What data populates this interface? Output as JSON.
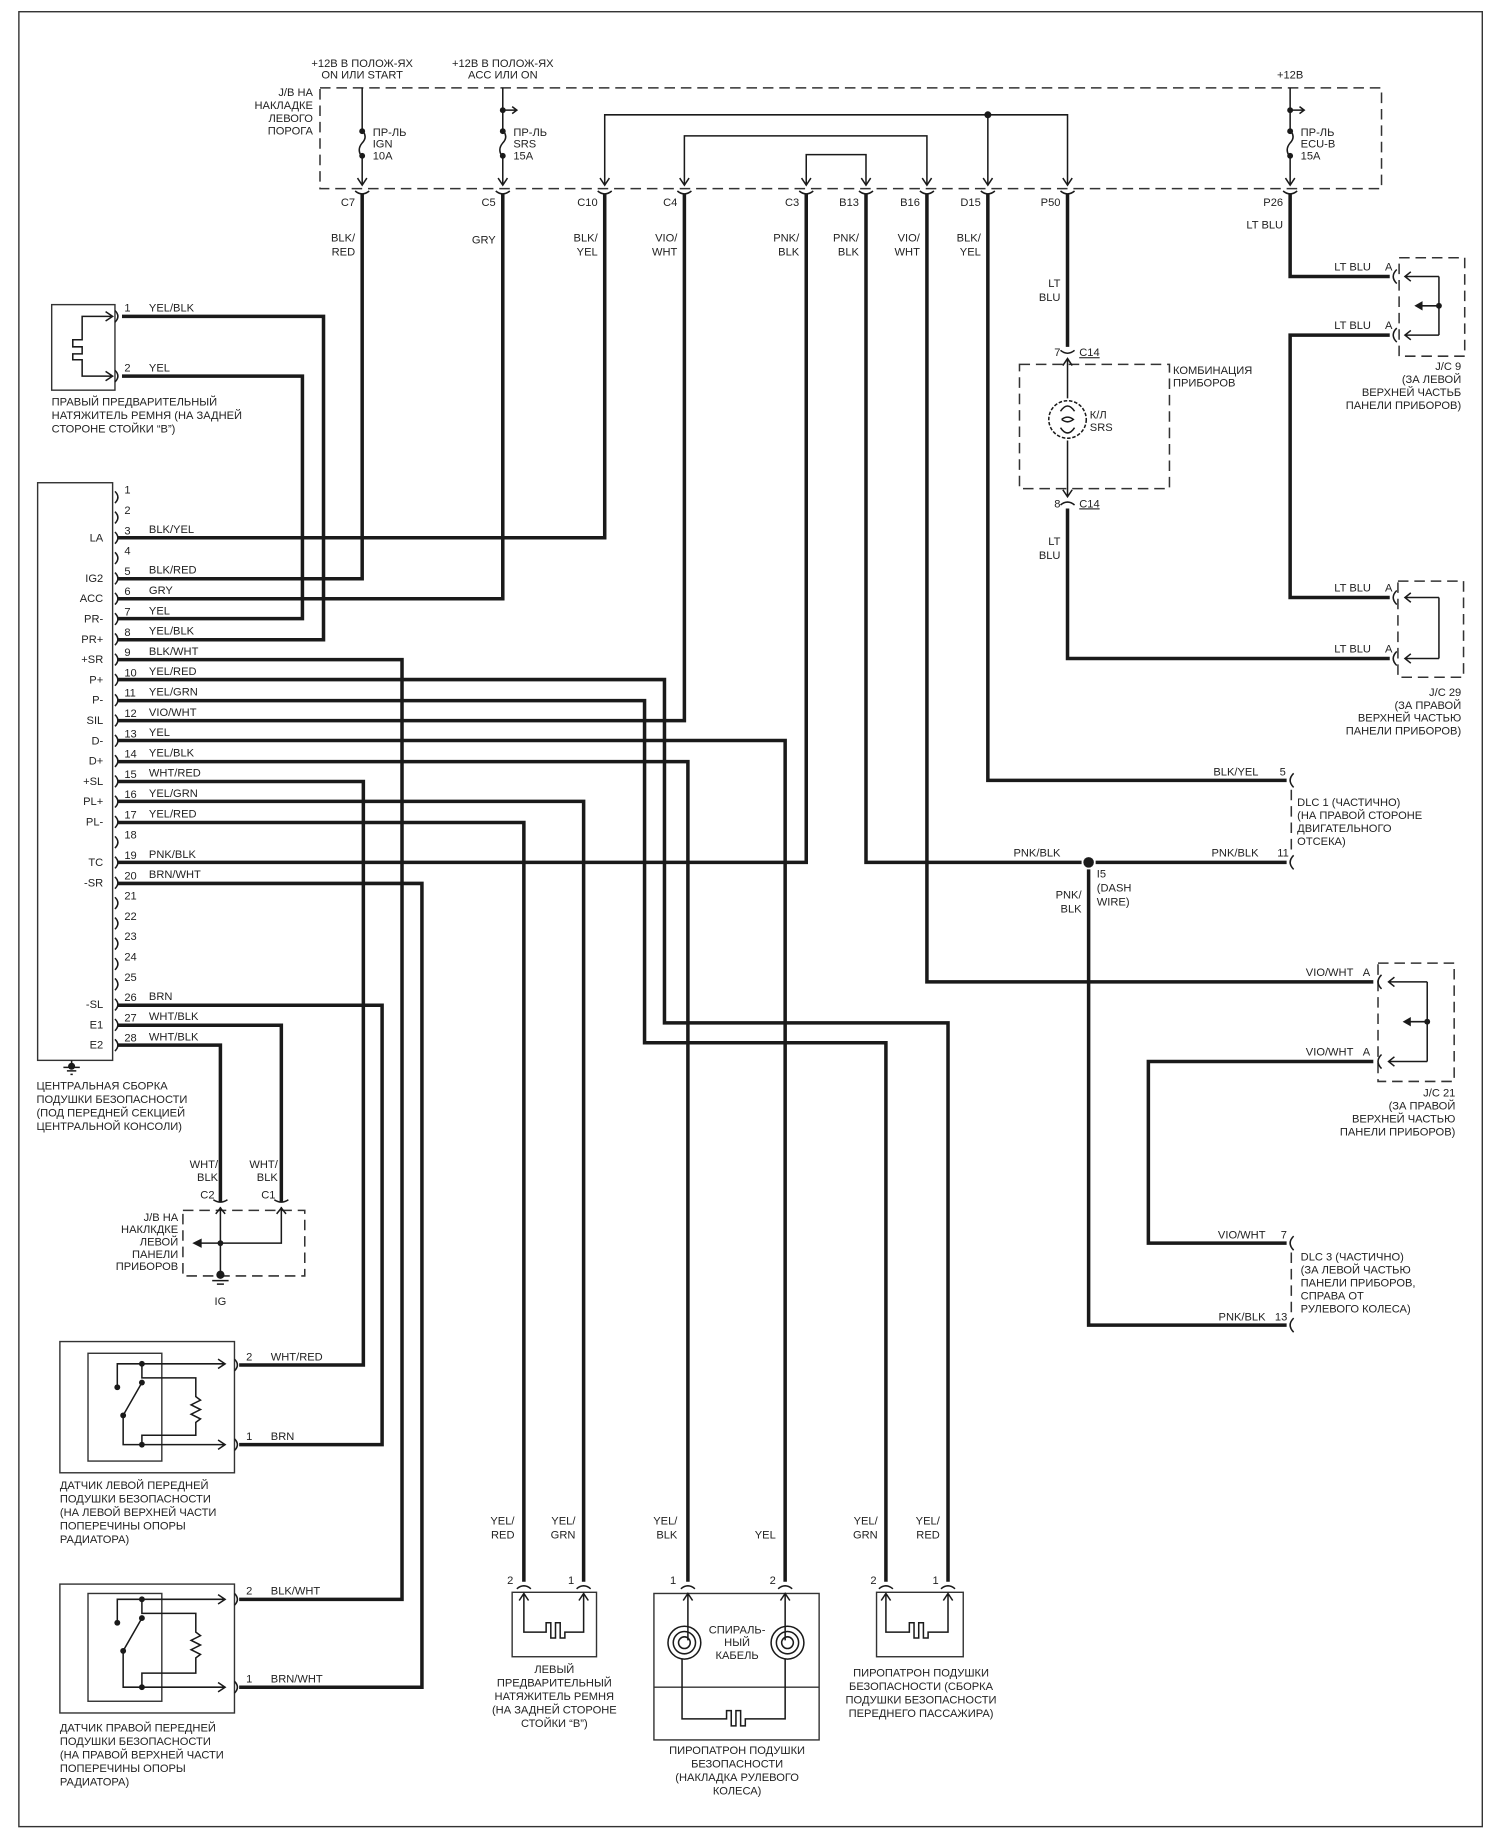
{
  "top_jb": {
    "label": [
      "J/B НА",
      "НАКЛАДКЕ",
      "ЛЕВОГО",
      "ПОРОГА"
    ],
    "supply_ign": [
      "+12В В ПОЛОЖ-ЯХ",
      "ON ИЛИ START"
    ],
    "supply_acc": [
      "+12В В ПОЛОЖ-ЯХ",
      "ACC ИЛИ ON"
    ],
    "supply_batt": "+12В",
    "fuse_ign": [
      "ПР-ЛЬ",
      "IGN",
      "10A"
    ],
    "fuse_srs": [
      "ПР-ЛЬ",
      "SRS",
      "15A"
    ],
    "fuse_ecub": [
      "ПР-ЛЬ",
      "ECU-B",
      "15A"
    ],
    "connectors": [
      {
        "id": "C7",
        "wire": [
          "BLK/",
          "RED"
        ]
      },
      {
        "id": "C5",
        "wire": [
          "GRY"
        ]
      },
      {
        "id": "C10",
        "wire": [
          "BLK/",
          "YEL"
        ]
      },
      {
        "id": "C4",
        "wire": [
          "VIO/",
          "WHT"
        ]
      },
      {
        "id": "C3",
        "wire": [
          "PNK/",
          "BLK"
        ]
      },
      {
        "id": "B13",
        "wire": [
          "PNK/",
          "BLK"
        ]
      },
      {
        "id": "B16",
        "wire": [
          "VIO/",
          "WHT"
        ]
      },
      {
        "id": "D15",
        "wire": [
          "BLK/",
          "YEL"
        ]
      },
      {
        "id": "P50",
        "wire": [
          "LT",
          "BLU"
        ]
      },
      {
        "id": "P26",
        "wire": [
          "LT BLU"
        ]
      }
    ]
  },
  "right_pretensioner": {
    "pins": [
      {
        "n": "1",
        "wire": "YEL/BLK"
      },
      {
        "n": "2",
        "wire": "YEL"
      }
    ],
    "label": [
      "ПРАВЫЙ ПРЕДВАРИТЕЛЬНЫЙ",
      "НАТЯЖИТЕЛЬ РЕМНЯ (НА ЗАДНЕЙ",
      "СТОРОНЕ СТОЙКИ “B”)"
    ]
  },
  "center_module": {
    "label": [
      "ЦЕНТРАЛЬНАЯ СБОРКА",
      "ПОДУШКИ БЕЗОПАСНОСТИ",
      "(ПОД ПЕРЕДНЕЙ СЕКЦИЕЙ",
      "ЦЕНТРАЛЬНОЙ КОНСОЛИ)"
    ],
    "pins": [
      {
        "n": "1",
        "func": "",
        "wire": ""
      },
      {
        "n": "2",
        "func": "",
        "wire": ""
      },
      {
        "n": "3",
        "func": "LA",
        "wire": "BLK/YEL"
      },
      {
        "n": "4",
        "func": "",
        "wire": ""
      },
      {
        "n": "5",
        "func": "IG2",
        "wire": "BLK/RED"
      },
      {
        "n": "6",
        "func": "ACC",
        "wire": "GRY"
      },
      {
        "n": "7",
        "func": "PR-",
        "wire": "YEL"
      },
      {
        "n": "8",
        "func": "PR+",
        "wire": "YEL/BLK"
      },
      {
        "n": "9",
        "func": "+SR",
        "wire": "BLK/WHT"
      },
      {
        "n": "10",
        "func": "P+",
        "wire": "YEL/RED"
      },
      {
        "n": "11",
        "func": "P-",
        "wire": "YEL/GRN"
      },
      {
        "n": "12",
        "func": "SIL",
        "wire": "VIO/WHT"
      },
      {
        "n": "13",
        "func": "D-",
        "wire": "YEL"
      },
      {
        "n": "14",
        "func": "D+",
        "wire": "YEL/BLK"
      },
      {
        "n": "15",
        "func": "+SL",
        "wire": "WHT/RED"
      },
      {
        "n": "16",
        "func": "PL+",
        "wire": "YEL/GRN"
      },
      {
        "n": "17",
        "func": "PL-",
        "wire": "YEL/RED"
      },
      {
        "n": "18",
        "func": "",
        "wire": ""
      },
      {
        "n": "19",
        "func": "TC",
        "wire": "PNK/BLK"
      },
      {
        "n": "20",
        "func": "-SR",
        "wire": "BRN/WHT"
      },
      {
        "n": "21",
        "func": "",
        "wire": ""
      },
      {
        "n": "22",
        "func": "",
        "wire": ""
      },
      {
        "n": "23",
        "func": "",
        "wire": ""
      },
      {
        "n": "24",
        "func": "",
        "wire": ""
      },
      {
        "n": "25",
        "func": "",
        "wire": ""
      },
      {
        "n": "26",
        "func": "-SL",
        "wire": "BRN"
      },
      {
        "n": "27",
        "func": "E1",
        "wire": "WHT/BLK"
      },
      {
        "n": "28",
        "func": "E2",
        "wire": "WHT/BLK"
      }
    ]
  },
  "lower_jb": {
    "label": [
      "J/B НА",
      "НАКЛКДКЕ",
      "ЛЕВОЙ",
      "ПАНЕЛИ",
      "ПРИБОРОВ"
    ],
    "c2": "C2",
    "c1": "C1",
    "c2_wire": [
      "WHT/",
      "BLK"
    ],
    "c1_wire": [
      "WHT/",
      "BLK"
    ],
    "ground": "IG"
  },
  "left_sensor": {
    "pins": [
      {
        "n": "2",
        "wire": "WHT/RED"
      },
      {
        "n": "1",
        "wire": "BRN"
      }
    ],
    "label": [
      "ДАТЧИК ЛЕВОЙ ПЕРЕДНЕЙ",
      "ПОДУШКИ БЕЗОПАСНОСТИ",
      "(НА ЛЕВОЙ ВЕРХНЕЙ ЧАСТИ",
      "ПОПЕРЕЧИНЫ ОПОРЫ",
      "РАДИАТОРА)"
    ]
  },
  "right_sensor": {
    "pins": [
      {
        "n": "2",
        "wire": "BLK/WHT"
      },
      {
        "n": "1",
        "wire": "BRN/WHT"
      }
    ],
    "label": [
      "ДАТЧИК ПРАВОЙ ПЕРЕДНЕЙ",
      "ПОДУШКИ БЕЗОПАСНОСТИ",
      "(НА ПРАВОЙ ВЕРХНЕЙ ЧАСТИ",
      "ПОПЕРЕЧИНЫ ОПОРЫ",
      "РАДИАТОРА)"
    ]
  },
  "left_pretensioner": {
    "pins": [
      {
        "n": "2",
        "wire": [
          "YEL/",
          "RED"
        ]
      },
      {
        "n": "1",
        "wire": [
          "YEL/",
          "GRN"
        ]
      }
    ],
    "label": [
      "ЛЕВЫЙ",
      "ПРЕДВАРИТЕЛЬНЫЙ",
      "НАТЯЖИТЕЛЬ РЕМНЯ",
      "(НА ЗАДНЕЙ СТОРОНЕ",
      "СТОЙКИ “B”)"
    ]
  },
  "driver_squib": {
    "pins": [
      {
        "n": "1",
        "wire": [
          "YEL/",
          "BLK"
        ]
      },
      {
        "n": "2",
        "wire": [
          "YEL"
        ]
      }
    ],
    "spiral": [
      "СПИРАЛЬ-",
      "НЫЙ",
      "КАБЕЛЬ"
    ],
    "label": [
      "ПИРОПАТРОН ПОДУШКИ",
      "БЕЗОПАСНОСТИ",
      "(НАКЛАДКА РУЛЕВОГО",
      "КОЛЕСА)"
    ]
  },
  "passenger_squib": {
    "pins": [
      {
        "n": "2",
        "wire": [
          "YEL/",
          "GRN"
        ]
      },
      {
        "n": "1",
        "wire": [
          "YEL/",
          "RED"
        ]
      }
    ],
    "label": [
      "ПИРОПАТРОН ПОДУШКИ",
      "БЕЗОПАСНОСТИ (СБОРКА",
      "ПОДУШКИ БЕЗОПАСНОСТИ",
      "ПЕРЕДНЕГО ПАССАЖИРА)"
    ]
  },
  "combination_meter": {
    "label": [
      "КОМБИНАЦИЯ",
      "ПРИБОРОВ"
    ],
    "lamp": [
      "К/Л",
      "SRS"
    ],
    "pin_top": "7",
    "pin_bottom": "8",
    "connector": "C14",
    "wire_bottom": [
      "LT",
      "BLU"
    ]
  },
  "jc9": {
    "rows": [
      {
        "wire": "LT BLU",
        "pin": "A"
      },
      {
        "wire": "LT BLU",
        "pin": "A"
      }
    ],
    "label": [
      "J/C 9",
      "(ЗА ЛЕВОЙ",
      "ВЕРХНЕЙ ЧАСТЬБ",
      "ПАНЕЛИ ПРИБОРОВ)"
    ]
  },
  "jc29": {
    "rows": [
      {
        "wire": "LT BLU",
        "pin": "A"
      },
      {
        "wire": "LT BLU",
        "pin": "A"
      }
    ],
    "label": [
      "J/C 29",
      "(ЗА ПРАВОЙ",
      "ВЕРХНЕЙ ЧАСТЬЮ",
      "ПАНЕЛИ ПРИБОРОВ)"
    ]
  },
  "dlc1": {
    "rows": [
      {
        "wire": "BLK/YEL",
        "pin": "5"
      },
      {
        "wire": "PNK/BLK",
        "pin": "11"
      }
    ],
    "left_wire": "PNK/BLK",
    "label": [
      "DLC 1 (ЧАСТИЧНО)",
      "(НА ПРАВОЙ СТОРОНЕ",
      "ДВИГАТЕЛЬНОГО",
      "ОТСЕКА)"
    ]
  },
  "splice_i5": {
    "label": [
      "I5",
      "(DASH",
      "WIRE)"
    ],
    "wire": [
      "PNK/",
      "BLK"
    ]
  },
  "jc21": {
    "rows": [
      {
        "wire": "VIO/WHT",
        "pin": "A"
      },
      {
        "wire": "VIO/WHT",
        "pin": "A"
      }
    ],
    "label": [
      "J/C 21",
      "(ЗА ПРАВОЙ",
      "ВЕРХНЕЙ ЧАСТЬЮ",
      "ПАНЕЛИ ПРИБОРОВ)"
    ]
  },
  "dlc3": {
    "rows": [
      {
        "wire": "VIO/WHT",
        "pin": "7"
      },
      {
        "wire": "PNK/BLK",
        "pin": "13"
      }
    ],
    "label": [
      "DLC 3 (ЧАСТИЧНО)",
      "(ЗА ЛЕВОЙ ЧАСТЬЮ",
      "ПАНЕЛИ ПРИБОРОВ,",
      "СПРАВА ОТ",
      "РУЛЕВОГО КОЛЕСА)"
    ]
  }
}
